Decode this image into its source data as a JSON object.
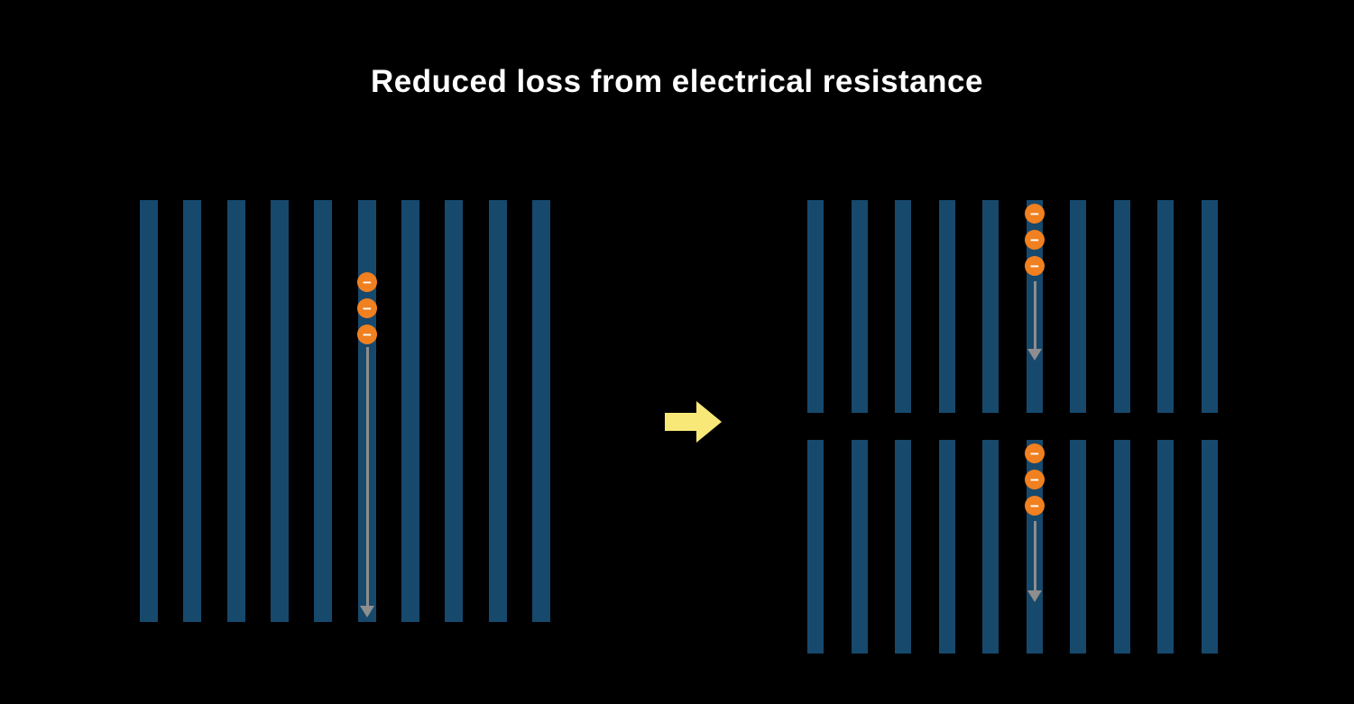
{
  "title": "Reduced loss from electrical resistance",
  "colors": {
    "background": "#000000",
    "bar": "#17496D",
    "electron": "#F08020",
    "electron_symbol_color": "#FFFFFF",
    "flow_arrow": "#8E8E8E",
    "transition_arrow": "#F8E878"
  },
  "left_panel": {
    "description": "full-length cell stack with single long current path",
    "bar_count": 10,
    "electrons": {
      "count": 3,
      "symbol": "−"
    }
  },
  "right_top_panel": {
    "description": "upper half-cut cell stack with short current path",
    "bar_count": 10,
    "electrons": {
      "count": 3,
      "symbol": "−"
    }
  },
  "right_bottom_panel": {
    "description": "lower half-cut cell stack with short current path",
    "bar_count": 10,
    "electrons": {
      "count": 3,
      "symbol": "−"
    }
  }
}
